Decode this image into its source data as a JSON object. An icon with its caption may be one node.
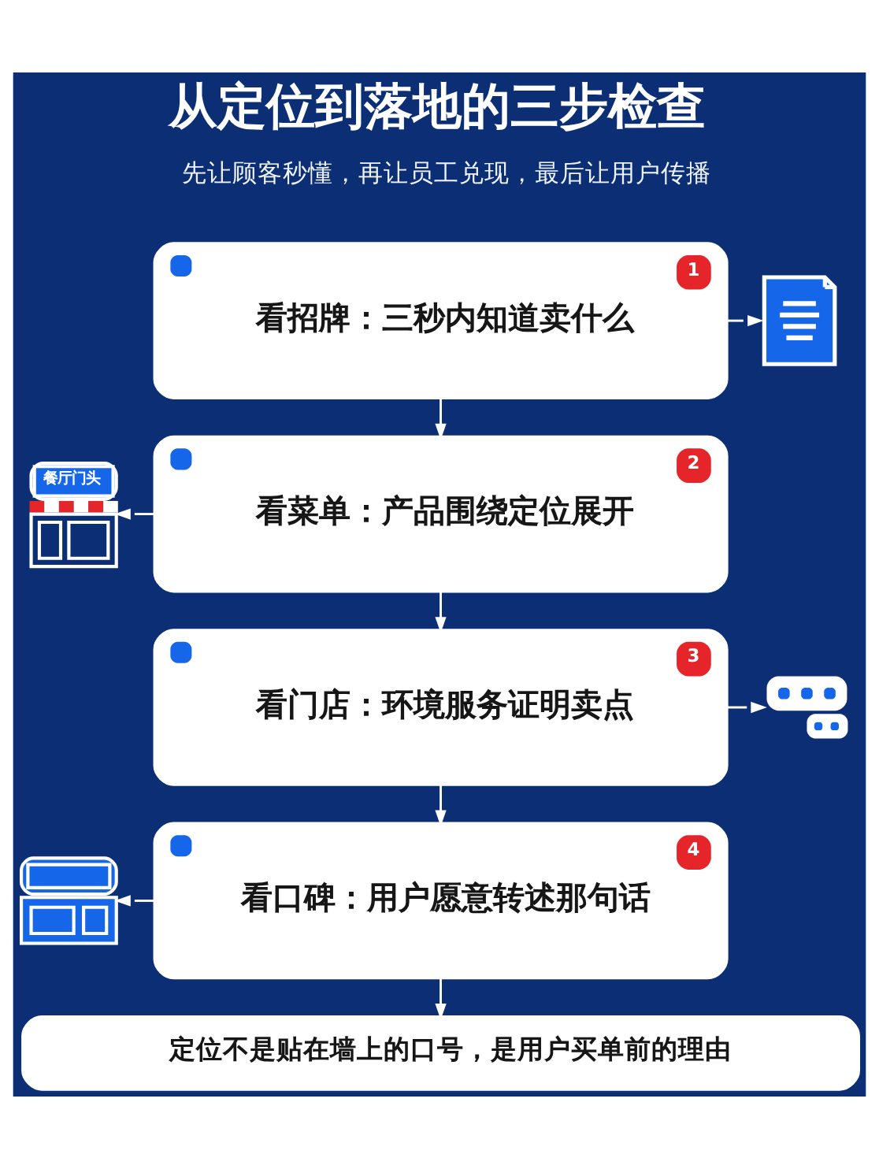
{
  "diagram": {
    "title": "从定位到落地的三步检查",
    "nodes": [
      {
        "text": [
          "1",
          "看招牌：三秒内知道卖什么"
        ]
      },
      {
        "text": [],
        "shape": "picture"
      },
      {
        "text": [
          "2",
          "看菜单：产品围绕定位展开"
        ]
      },
      {
        "text": [
          "餐厅门头"
        ]
      },
      {
        "text": [
          "3",
          "看门店：环境服务证明卖点"
        ]
      },
      {
        "text": [],
        "shape": "picture"
      },
      {
        "text": [
          "4",
          "看口碑：用户愿意转述那句话"
        ]
      },
      {
        "text": [],
        "shape": "picture"
      },
      {
        "text": [
          "定位不是贴在墙上的口号，是用户买单前的理由"
        ]
      }
    ],
    "edges": [
      {
        "from": 0,
        "to": 1,
        "arrow": "to"
      },
      {
        "from": 0,
        "to": 2,
        "arrow": "to"
      },
      {
        "from": 2,
        "to": 3,
        "arrow": "to"
      },
      {
        "from": 2,
        "to": 4,
        "arrow": "to"
      },
      {
        "from": 4,
        "to": 5,
        "arrow": "to"
      },
      {
        "from": 4,
        "to": 6,
        "arrow": "to"
      },
      {
        "from": 6,
        "to": 7,
        "arrow": "to"
      },
      {
        "from": 6,
        "to": 8,
        "arrow": "to"
      }
    ],
    "labels": [
      "先让顾客秒懂，再让员工兑现，最后让用户传播"
    ]
  }
}
